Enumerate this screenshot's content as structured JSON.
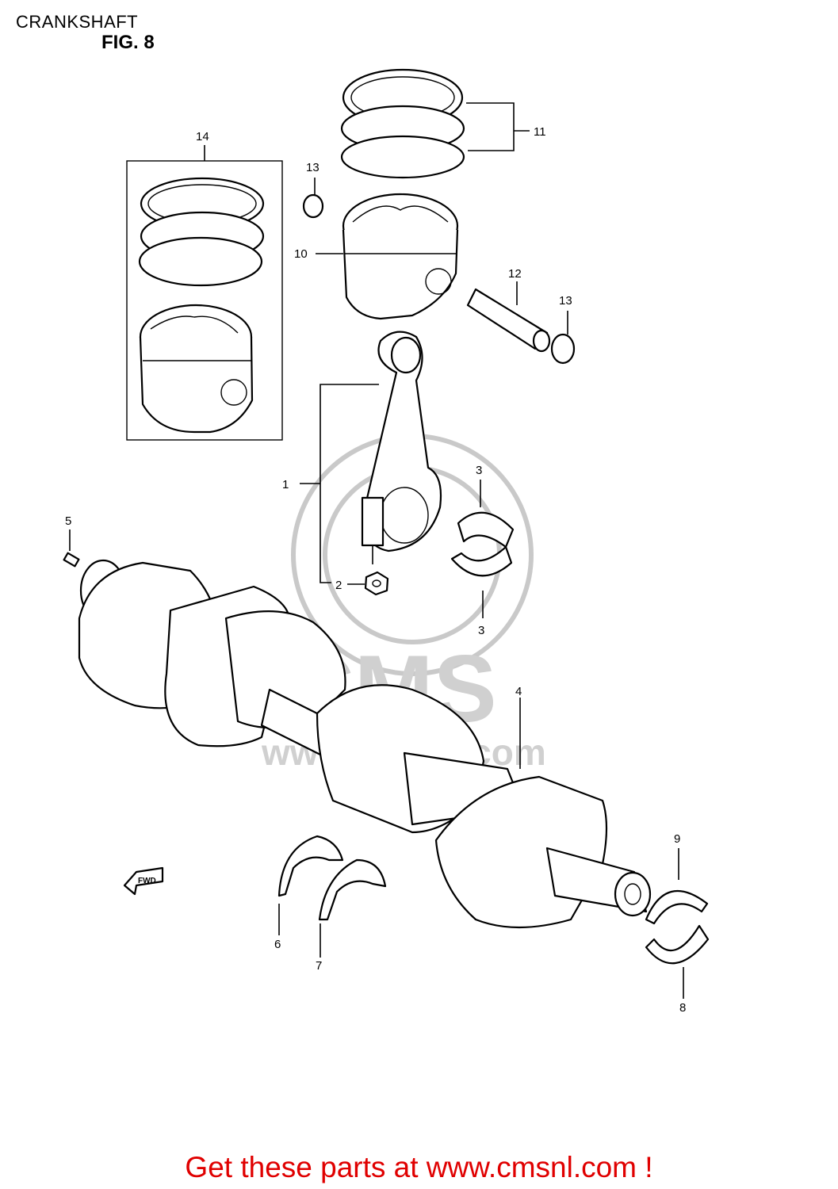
{
  "header": {
    "title": "CRANKSHAFT",
    "figure": "FIG. 8"
  },
  "watermark": {
    "brand": "CMS",
    "url": "www.cmsnl.com"
  },
  "fwd_marker": "FWD",
  "callouts": {
    "c1": "1",
    "c2": "2",
    "c3a": "3",
    "c3b": "3",
    "c4": "4",
    "c5": "5",
    "c6": "6",
    "c7": "7",
    "c8": "8",
    "c9": "9",
    "c10": "10",
    "c11": "11",
    "c12": "12",
    "c13a": "13",
    "c13b": "13",
    "c14": "14"
  },
  "footer": {
    "cta": "Get these parts at www.cmsnl.com !"
  },
  "colors": {
    "cta": "#e00000",
    "line": "#000000",
    "watermark": "#d0d0d0"
  }
}
